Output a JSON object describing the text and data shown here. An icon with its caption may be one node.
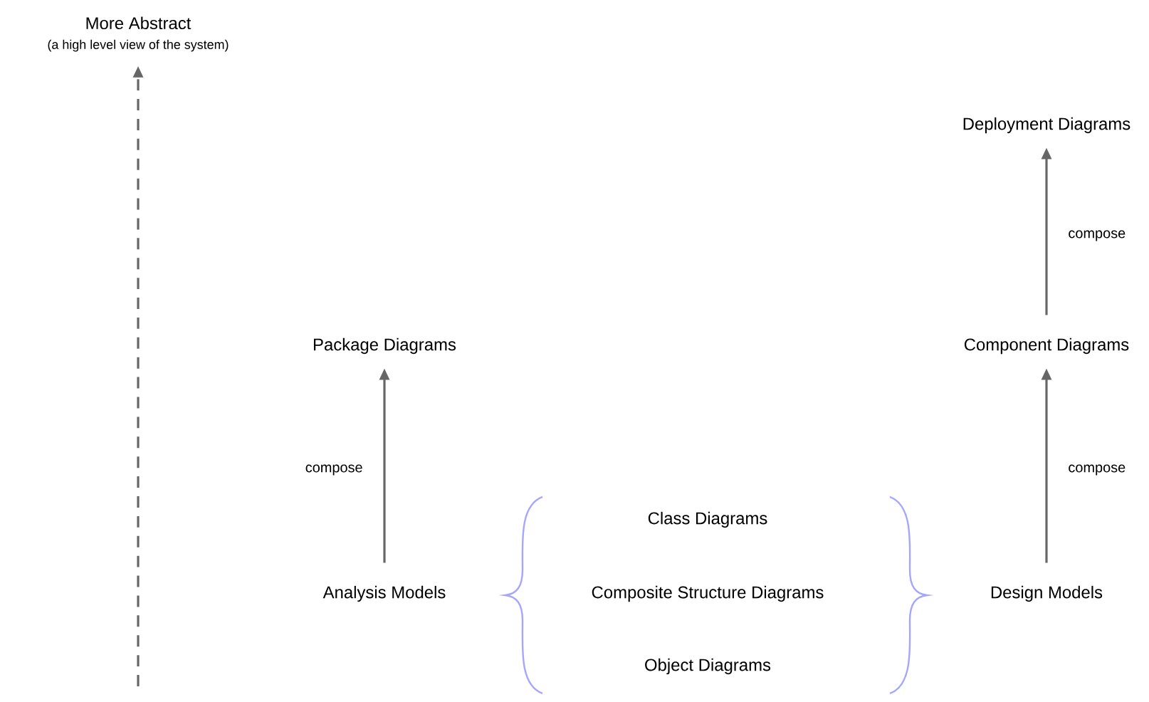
{
  "diagram": {
    "nodes": [
      {
        "text": [
          "More Abstract",
          "(a high level view of the system)"
        ]
      },
      {
        "text": [
          "Deployment Diagrams"
        ]
      },
      {
        "text": [
          "Package Diagrams"
        ]
      },
      {
        "text": [
          "Component Diagrams"
        ]
      },
      {
        "text": [
          "Analysis Models"
        ]
      },
      {
        "text": [
          "Class Diagrams"
        ]
      },
      {
        "text": [
          "Composite Structure Diagrams"
        ]
      },
      {
        "text": [
          "Object Diagrams"
        ]
      },
      {
        "text": [
          "Design Models"
        ]
      }
    ],
    "edges": [
      {
        "from": null,
        "to": 0,
        "arrow": "to",
        "style": "dashed"
      },
      {
        "from": 4,
        "to": 2,
        "arrow": "to",
        "label": "compose"
      },
      {
        "from": 8,
        "to": 3,
        "arrow": "to",
        "label": "compose"
      },
      {
        "from": 3,
        "to": 1,
        "arrow": "to",
        "label": "compose"
      }
    ]
  }
}
